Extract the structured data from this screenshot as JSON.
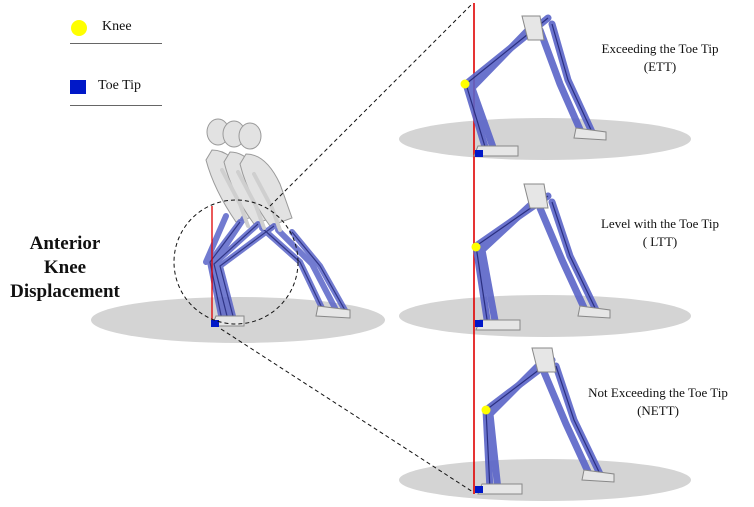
{
  "legend": {
    "knee": {
      "label": "Knee",
      "color": "#ffff00"
    },
    "toe_tip": {
      "label": "Toe Tip",
      "color": "#0018c8"
    }
  },
  "main_label": [
    "Anterior",
    "Knee",
    "Displacement"
  ],
  "panels": [
    {
      "line1": "Exceeding the Toe Tip",
      "line2": "(ETT)"
    },
    {
      "line1": "Level with the Toe Tip",
      "line2": "( LTT)"
    },
    {
      "line1": "Not Exceeding the Toe Tip",
      "line2": "(NETT)"
    }
  ],
  "colors": {
    "skeleton_limb": "#5a64c8",
    "skeleton_outline": "#2a2f80",
    "bone": "#e6e6e6",
    "floor": "#d4d4d4",
    "reference_line": "#e00000"
  }
}
